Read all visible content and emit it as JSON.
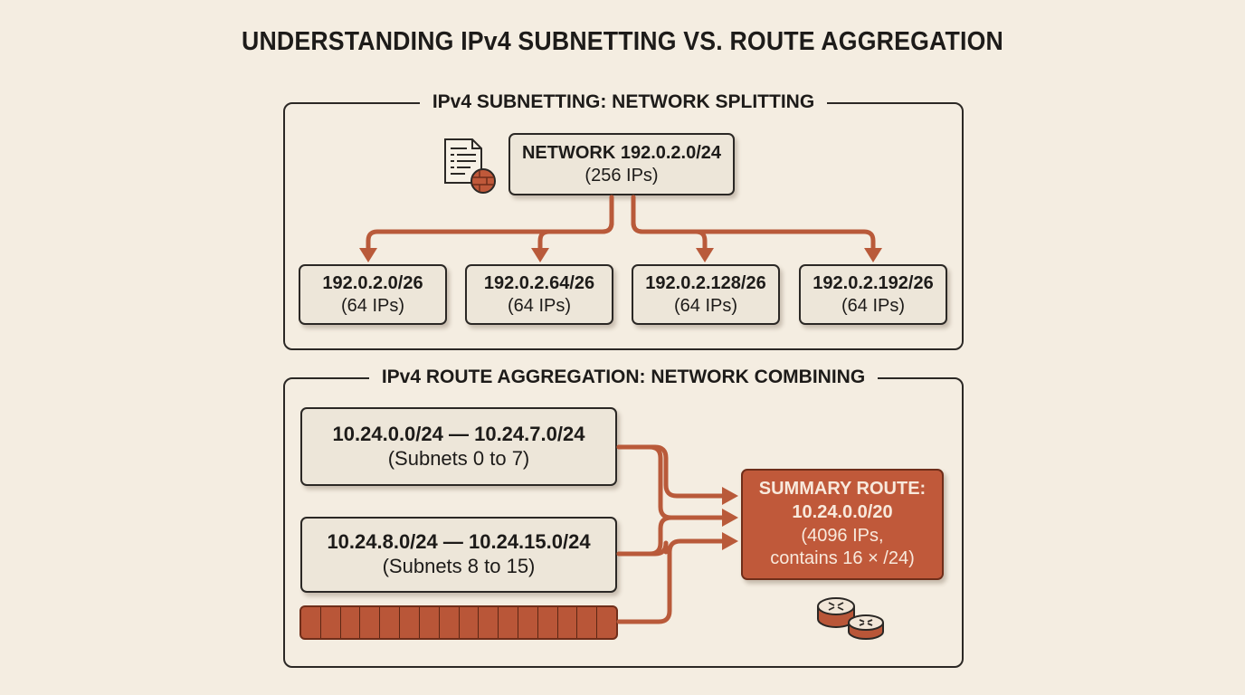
{
  "title": "UNDERSTANDING IPv4 SUBNETTING VS. ROUTE AGGREGATION",
  "subnetting": {
    "heading": "IPv4 SUBNETTING: NETWORK SPLITTING",
    "parent": {
      "line1": "NETWORK 192.0.2.0/24",
      "line2": "(256 IPs)"
    },
    "subnets": [
      {
        "line1": "192.0.2.0/26",
        "line2": "(64 IPs)"
      },
      {
        "line1": "192.0.2.64/26",
        "line2": "(64 IPs)"
      },
      {
        "line1": "192.0.2.128/26",
        "line2": "(64 IPs)"
      },
      {
        "line1": "192.0.2.192/26",
        "line2": "(64 IPs)"
      }
    ],
    "icon": "document-network-icon"
  },
  "aggregation": {
    "heading": "IPv4 ROUTE AGGREGATION: NETWORK COMBINING",
    "ranges": [
      {
        "line1": "10.24.0.0/24 — 10.24.7.0/24",
        "line2": "(Subnets 0 to 7)"
      },
      {
        "line1": "10.24.8.0/24 — 10.24.15.0/24",
        "line2": "(Subnets 8 to 15)"
      }
    ],
    "block_count": 16,
    "summary": {
      "line1": "SUMMARY ROUTE:",
      "line2": "10.24.0.0/20",
      "line3": "(4096 IPs,",
      "line4": "contains 16 × /24)"
    },
    "icon": "router-icon"
  },
  "colors": {
    "accent": "#c0593a",
    "arrow": "#b95a3a",
    "background": "#f4ede1",
    "box": "#ede6d9",
    "ink": "#1d1b19"
  }
}
